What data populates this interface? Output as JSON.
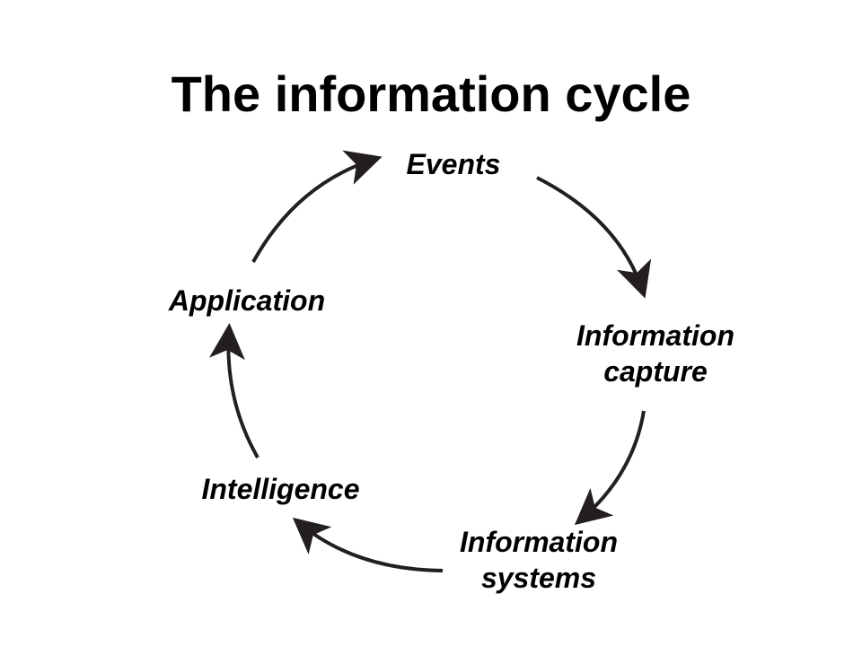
{
  "title": "The information cycle",
  "nodes": {
    "events": {
      "lines": [
        "Events"
      ]
    },
    "capture": {
      "lines": [
        "Information",
        "capture"
      ]
    },
    "systems": {
      "lines": [
        "Information",
        "systems"
      ]
    },
    "intelligence": {
      "lines": [
        "Intelligence"
      ]
    },
    "application": {
      "lines": [
        "Application"
      ]
    }
  },
  "colors": {
    "text": "#000000",
    "arrow": "#231f20",
    "background": "#ffffff"
  }
}
